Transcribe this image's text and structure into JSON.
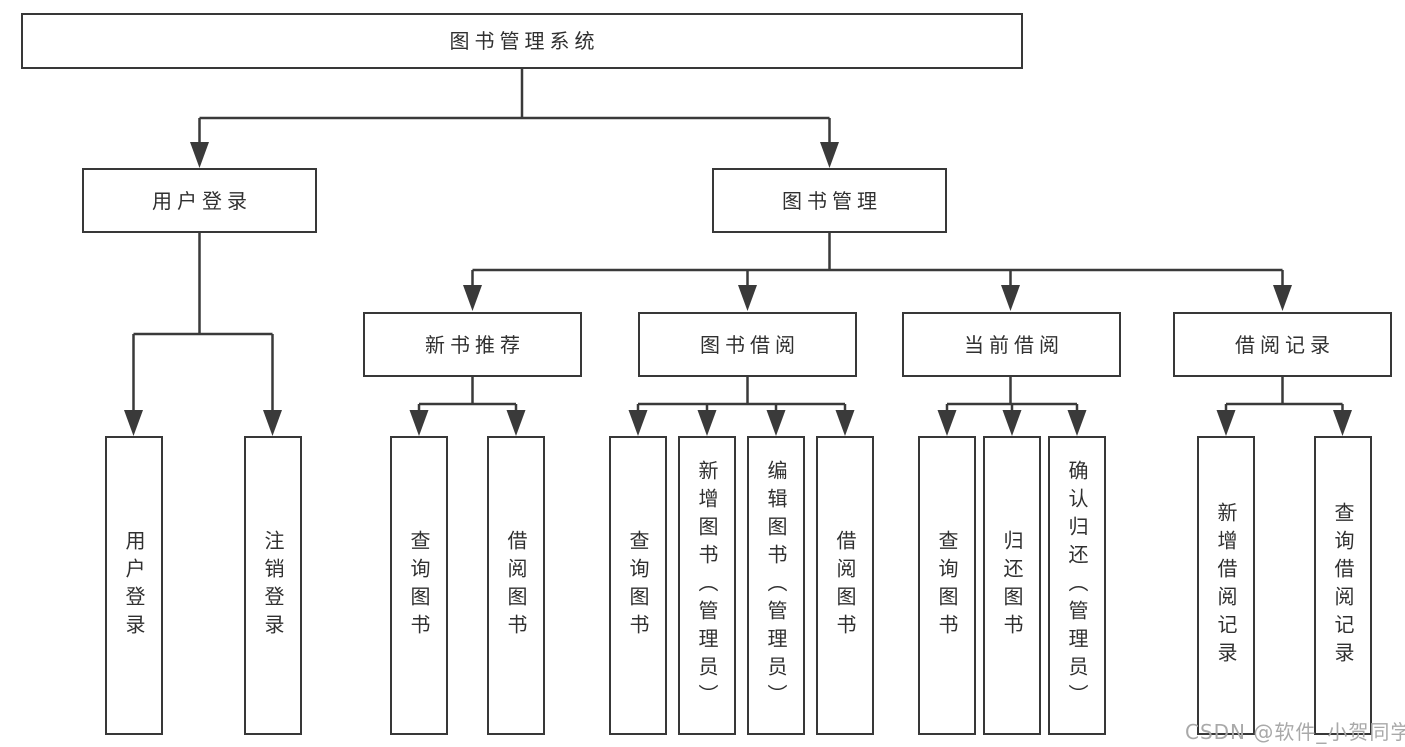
{
  "title_node": "图书管理系统",
  "level2": {
    "user_login": "用户登录",
    "book_management": "图书管理"
  },
  "level3": {
    "new_book_recommend": "新书推荐",
    "book_borrowing": "图书借阅",
    "current_borrowing": "当前借阅",
    "borrowing_records": "借阅记录"
  },
  "leaves": {
    "user_login": "用户登录",
    "logout": "注销登录",
    "query_books_recommend": "查询图书",
    "borrow_books_recommend": "借阅图书",
    "query_books_borrowing": "查询图书",
    "add_books_admin": "新增图书（管理员）",
    "edit_books_admin": "编辑图书（管理员）",
    "borrow_books_borrowing": "借阅图书",
    "query_books_current": "查询图书",
    "return_books": "归还图书",
    "confirm_return_admin": "确认归还（管理员）",
    "add_borrow_record": "新增借阅记录",
    "query_borrow_record": "查询借阅记录"
  },
  "watermark": "CSDN @软件_小贺同学",
  "colors": {
    "background": "#ffffff",
    "line": "#3a3a3a",
    "box_border": "#383838",
    "text": "#303030",
    "watermark": "#a9a9a9"
  }
}
